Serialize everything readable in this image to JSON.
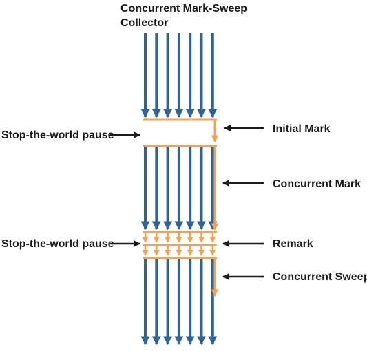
{
  "title": {
    "line1": "Concurrent Mark-Sweep",
    "line2": "Collector"
  },
  "colors": {
    "app_thread": "#2e6496",
    "gc_thread": "#f6a14f",
    "label_arrow": "#1a1a1a"
  },
  "left_labels": {
    "pause_1": "Stop-the-world pause",
    "pause_2": "Stop-the-world pause"
  },
  "right_labels": {
    "initial_mark": "Initial Mark",
    "concurrent_mark": "Concurrent Mark",
    "remark": "Remark",
    "concurrent_sweep": "Concurrent Sweep"
  },
  "app_thread_count": 7,
  "remark_gc_thread_count": 7
}
